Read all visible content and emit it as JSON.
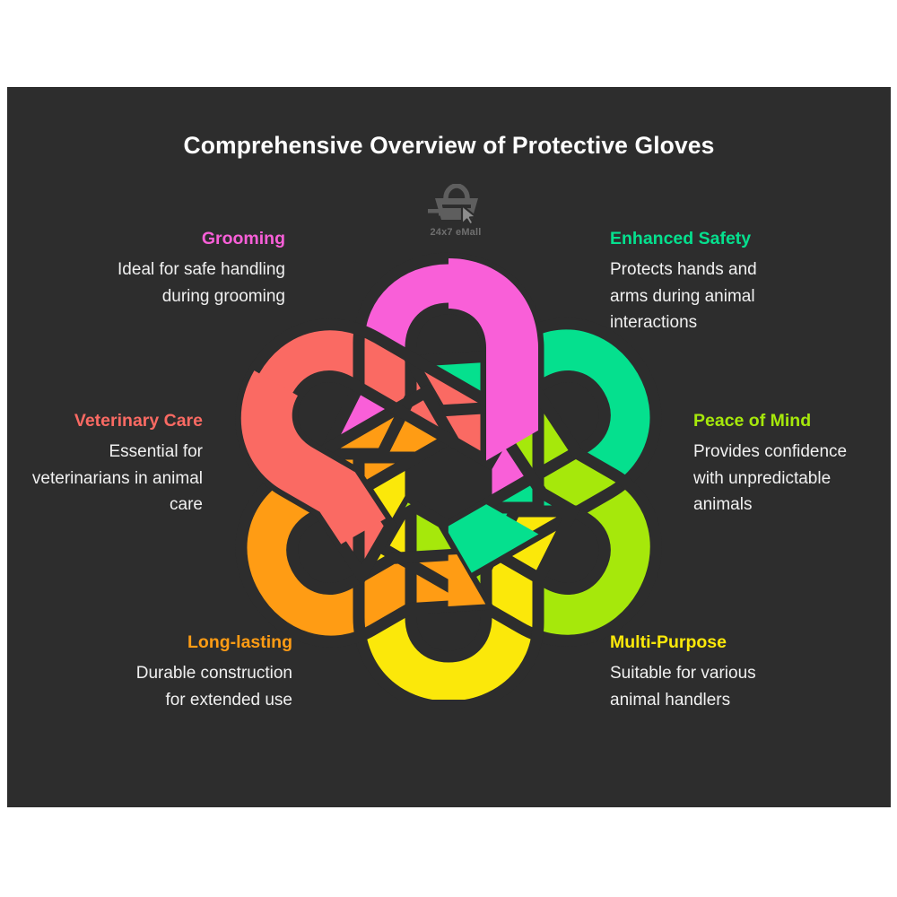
{
  "page": {
    "title": "Comprehensive Overview of Protective Gloves",
    "panel_background": "#2d2d2d",
    "canvas_background": "#ffffff"
  },
  "brand": {
    "name": "24x7 eMall",
    "icon": "shopping-basket-cursor-icon",
    "color": "#6f6f6f"
  },
  "features": [
    {
      "id": "grooming",
      "heading": "Grooming",
      "body": "Ideal for safe handling during grooming",
      "color": "#f95fd8",
      "side": "left"
    },
    {
      "id": "veterinary-care",
      "heading": "Veterinary Care",
      "body": "Essential for veterinarians in animal care",
      "color": "#fa6a63",
      "side": "left"
    },
    {
      "id": "long-lasting",
      "heading": "Long-lasting",
      "body": "Durable construction for extended use",
      "color": "#ff9c14",
      "side": "left"
    },
    {
      "id": "enhanced-safety",
      "heading": "Enhanced Safety",
      "body": "Protects hands and arms during animal interactions",
      "color": "#05e08e",
      "side": "right"
    },
    {
      "id": "peace-of-mind",
      "heading": "Peace of Mind",
      "body": "Provides confidence with unpredictable animals",
      "color": "#a6e80b",
      "side": "right"
    },
    {
      "id": "multi-purpose",
      "heading": "Multi-Purpose",
      "body": "Suitable for various animal handlers",
      "color": "#fbe80a",
      "side": "right"
    }
  ],
  "knot": {
    "description": "six-strand interlocking hook knot",
    "strand_order": [
      "grooming",
      "enhanced-safety",
      "peace-of-mind",
      "multi-purpose",
      "long-lasting",
      "veterinary-care"
    ],
    "colors": [
      "#f95fd8",
      "#05e08e",
      "#a6e80b",
      "#fbe80a",
      "#ff9c14",
      "#fa6a63"
    ],
    "gap_color": "#2d2d2d"
  }
}
